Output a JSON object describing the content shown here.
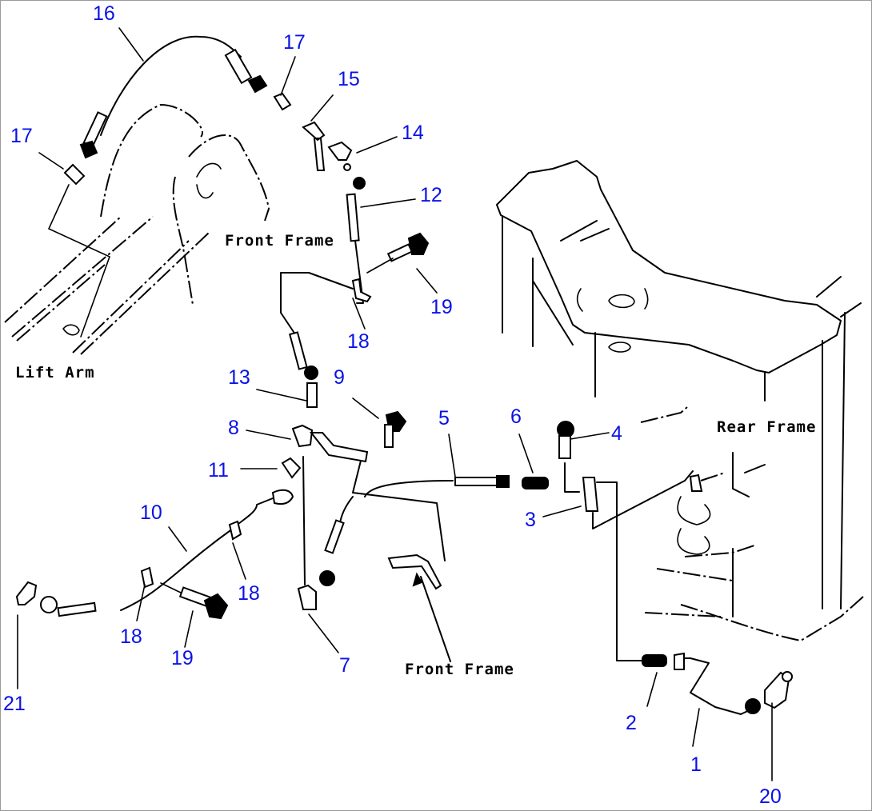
{
  "diagram": {
    "title": "Brake piping parts diagram",
    "accent_color": "#0a12e6",
    "area_labels": {
      "front_frame_top": "Front Frame",
      "lift_arm": "Lift Arm",
      "rear_frame": "Rear Frame",
      "front_frame_bottom": "Front Frame"
    },
    "callouts": [
      {
        "id": "c16",
        "text": "16"
      },
      {
        "id": "c17a",
        "text": "17"
      },
      {
        "id": "c17b",
        "text": "17"
      },
      {
        "id": "c15",
        "text": "15"
      },
      {
        "id": "c14",
        "text": "14"
      },
      {
        "id": "c12",
        "text": "12"
      },
      {
        "id": "c19a",
        "text": "19"
      },
      {
        "id": "c18a",
        "text": "18"
      },
      {
        "id": "c13",
        "text": "13"
      },
      {
        "id": "c9",
        "text": "9"
      },
      {
        "id": "c8",
        "text": "8"
      },
      {
        "id": "c11",
        "text": "11"
      },
      {
        "id": "c10",
        "text": "10"
      },
      {
        "id": "c18b",
        "text": "18"
      },
      {
        "id": "c18c",
        "text": "18"
      },
      {
        "id": "c19b",
        "text": "19"
      },
      {
        "id": "c21",
        "text": "21"
      },
      {
        "id": "c7",
        "text": "7"
      },
      {
        "id": "c5",
        "text": "5"
      },
      {
        "id": "c6",
        "text": "6"
      },
      {
        "id": "c4",
        "text": "4"
      },
      {
        "id": "c3",
        "text": "3"
      },
      {
        "id": "c2",
        "text": "2"
      },
      {
        "id": "c1",
        "text": "1"
      },
      {
        "id": "c20",
        "text": "20"
      }
    ]
  }
}
